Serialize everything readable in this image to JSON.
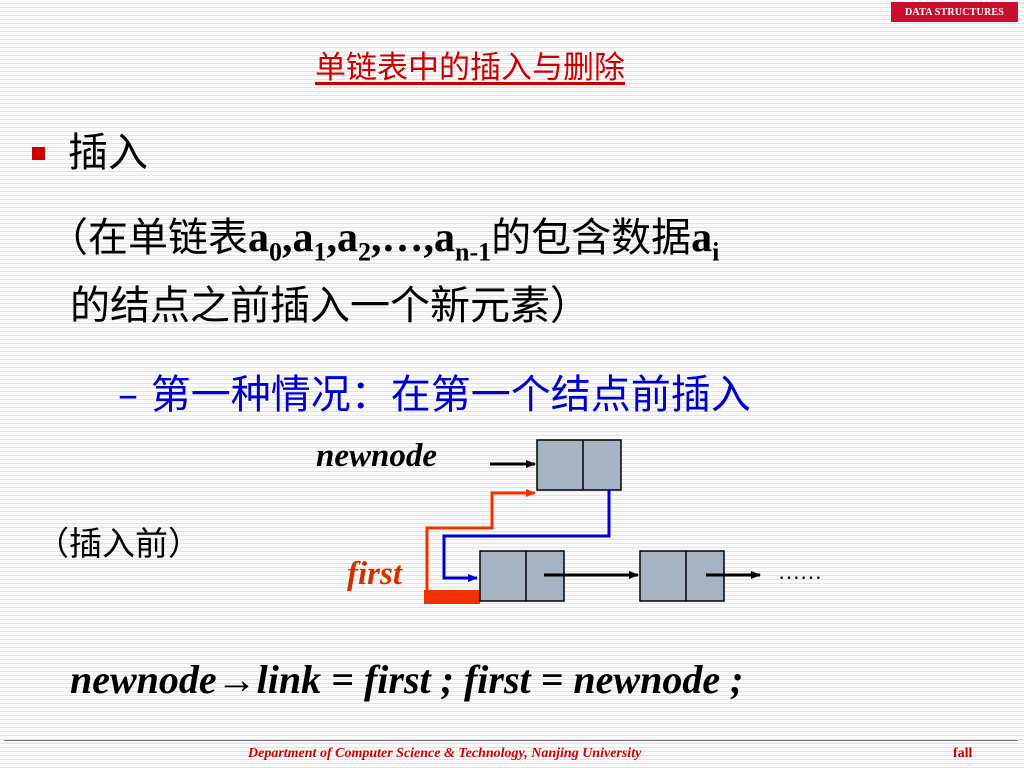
{
  "header": {
    "badge": "DATA STRUCTURES",
    "title": "单链表中的插入与删除"
  },
  "bullet": {
    "text": "插入"
  },
  "description": {
    "prefix": "（在单链表",
    "a": "a",
    "sub0": "0",
    "sub1": "1",
    "sub2": "2",
    "sub_n1": "n-1",
    "comma": ",",
    "ellipsis": ",…,",
    "middle": "的包含数据",
    "sub_i": "i",
    "line2": "的结点之前插入一个新元素）"
  },
  "subbullet": {
    "dash": "–",
    "text": "第一种情况：在第一个结点前插入"
  },
  "diagram": {
    "label_before": "（插入前）",
    "label_newnode": "newnode",
    "label_first": "first",
    "label_dots": "……",
    "colors": {
      "node_fill": "#a6b3c4",
      "red_pointer": "#ee3300",
      "blue_pointer": "#0000cc"
    }
  },
  "code": {
    "text": "newnode→link = first ;  first = newnode ;"
  },
  "footer": {
    "text": "Department of Computer Science & Technology,  Nanjing University",
    "right": "fall"
  }
}
